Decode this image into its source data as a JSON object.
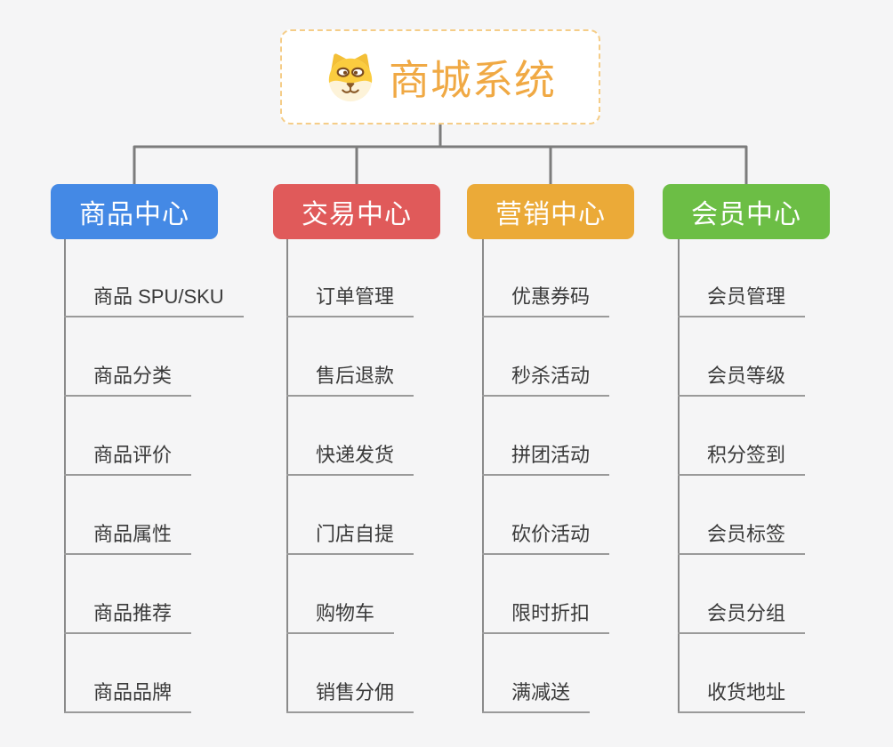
{
  "app": {
    "background_color": "#f5f5f6",
    "connector_color": "#7c7c7c"
  },
  "root": {
    "label": "商城系统",
    "icon": "dog-face-icon",
    "text_color": "#f0a944",
    "border_color": "#f5cd88"
  },
  "branches": [
    {
      "label": "商品中心",
      "color": "#4489e5",
      "items": [
        "商品 SPU/SKU",
        "商品分类",
        "商品评价",
        "商品属性",
        "商品推荐",
        "商品品牌"
      ]
    },
    {
      "label": "交易中心",
      "color": "#e05a5a",
      "items": [
        "订单管理",
        "售后退款",
        "快递发货",
        "门店自提",
        "购物车",
        "销售分佣"
      ]
    },
    {
      "label": "营销中心",
      "color": "#ebaa38",
      "items": [
        "优惠券码",
        "秒杀活动",
        "拼团活动",
        "砍价活动",
        "限时折扣",
        "满减送"
      ]
    },
    {
      "label": "会员中心",
      "color": "#6cbe45",
      "items": [
        "会员管理",
        "会员等级",
        "积分签到",
        "会员标签",
        "会员分组",
        "收货地址"
      ]
    }
  ]
}
